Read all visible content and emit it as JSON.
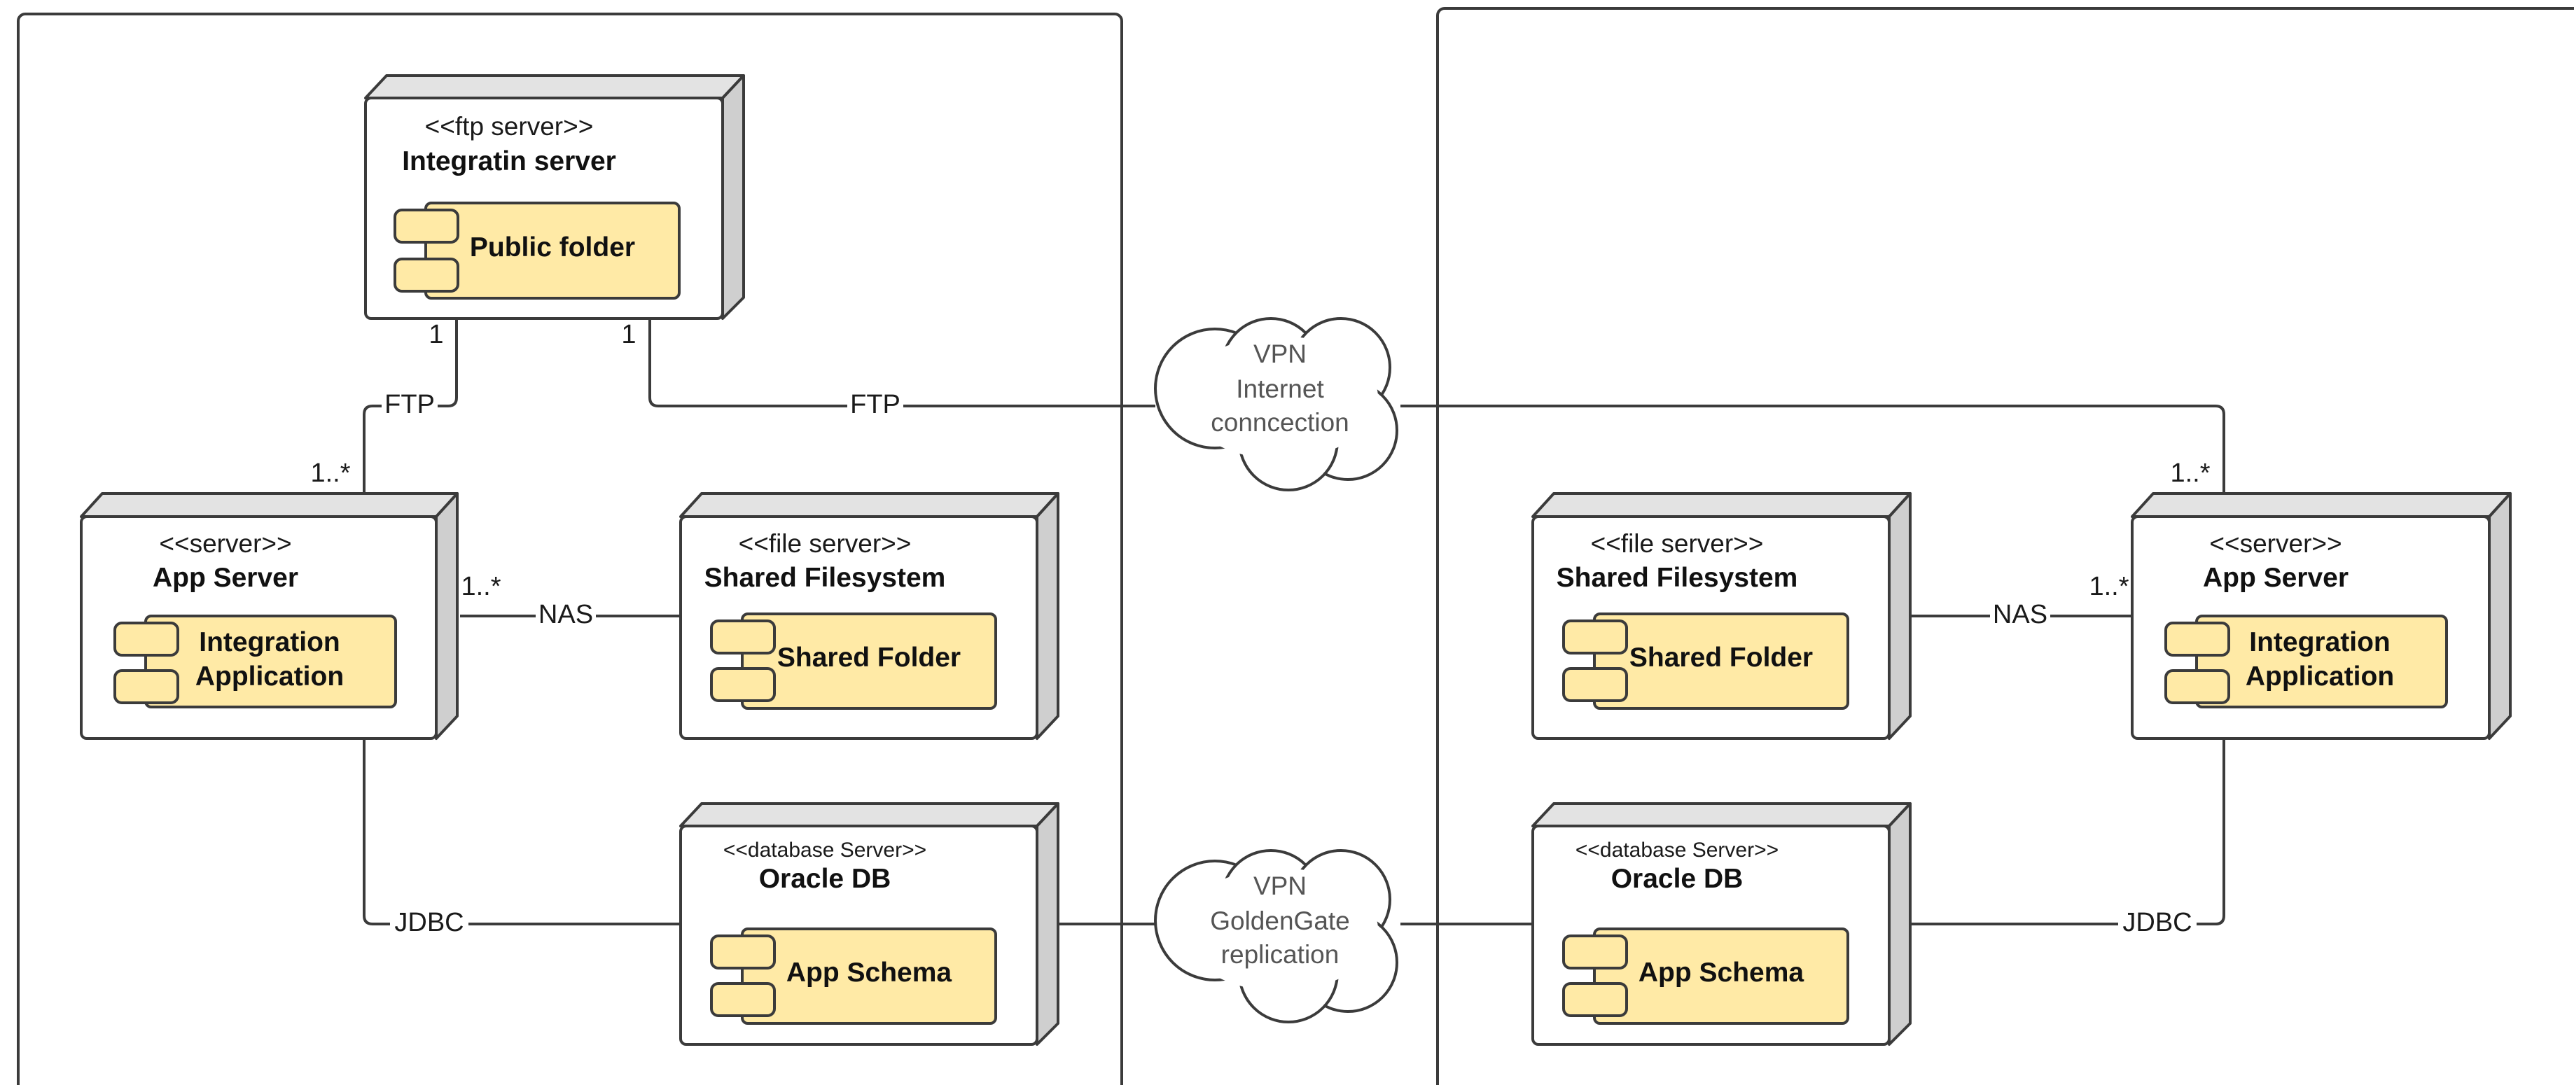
{
  "nodes": {
    "integration_server": {
      "stereotype": "<<ftp server>>",
      "name": "Integratin server",
      "component": [
        "Public folder"
      ]
    },
    "left_app_server": {
      "stereotype": "<<server>>",
      "name": "App Server",
      "component": [
        "Integration",
        "Application"
      ]
    },
    "left_file_server": {
      "stereotype": "<<file server>>",
      "name": "Shared Filesystem",
      "component": [
        "Shared Folder"
      ]
    },
    "left_db_server": {
      "stereotype": "<<database Server>>",
      "name": "Oracle DB",
      "component": [
        "App Schema"
      ]
    },
    "right_file_server": {
      "stereotype": "<<file server>>",
      "name": "Shared Filesystem",
      "component": [
        "Shared Folder"
      ]
    },
    "right_app_server": {
      "stereotype": "<<server>>",
      "name": "App Server",
      "component": [
        "Integration",
        "Application"
      ]
    },
    "right_db_server": {
      "stereotype": "<<database Server>>",
      "name": "Oracle DB",
      "component": [
        "App Schema"
      ]
    }
  },
  "clouds": {
    "internet": [
      "VPN",
      "Internet",
      "conncection"
    ],
    "goldengate": [
      "VPN",
      "GoldenGate",
      "replication"
    ]
  },
  "edges": {
    "ftp_left": {
      "label": "FTP",
      "source_mult": "1",
      "target_mult": "1..*"
    },
    "ftp_right": {
      "label": "FTP",
      "source_mult": "1",
      "target_mult": "1..*"
    },
    "nas_left": {
      "label": "NAS",
      "mult": "1..*"
    },
    "nas_right": {
      "label": "NAS",
      "mult": "1..*"
    },
    "jdbc_left": {
      "label": "JDBC"
    },
    "jdbc_right": {
      "label": "JDBC"
    }
  },
  "colors": {
    "component_fill": "#ffeaa6",
    "node_top": "#e3e3e3",
    "node_side": "#cfcfcf",
    "stroke": "#3b3b3b"
  }
}
